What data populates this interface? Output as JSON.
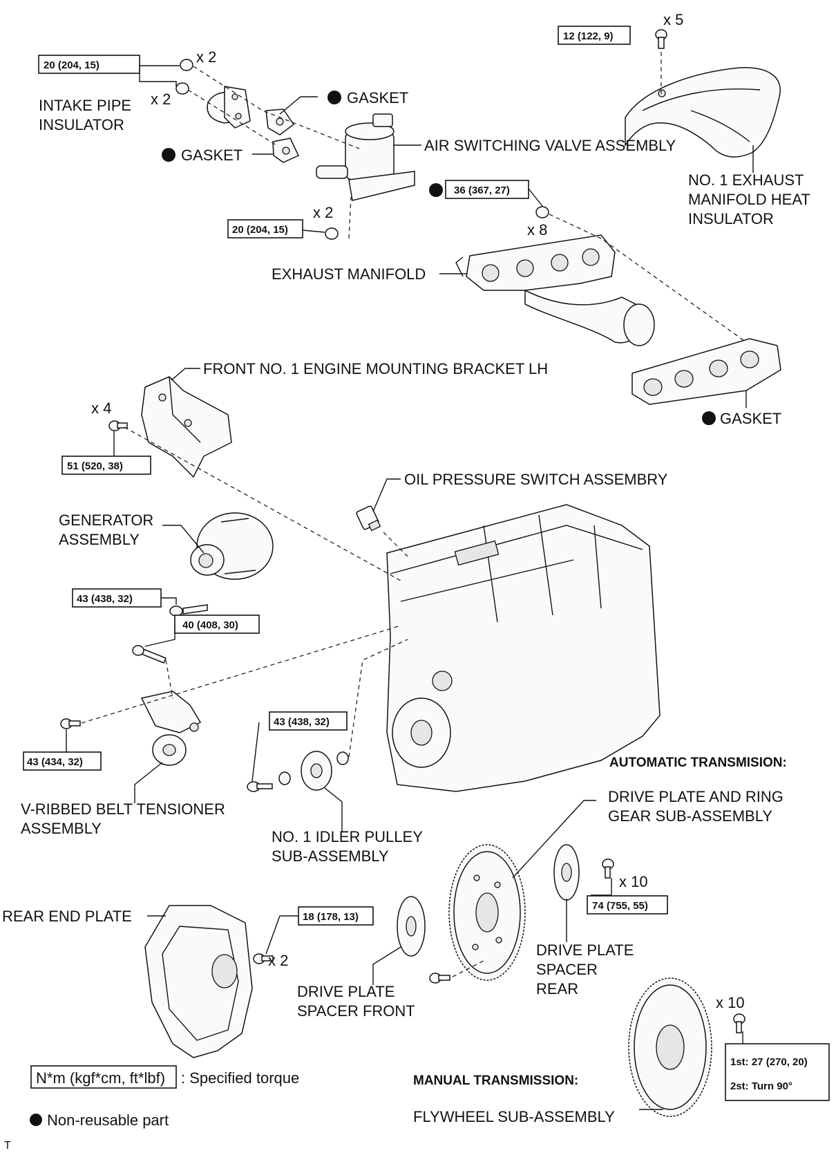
{
  "labels": {
    "intake_pipe_insulator": [
      "INTAKE PIPE",
      "INSULATOR"
    ],
    "gasket": "GASKET",
    "air_switching_valve": "AIR SWITCHING VALVE ASSEMBLY",
    "exhaust_heat_insulator": [
      "NO. 1 EXHAUST",
      "MANIFOLD HEAT",
      "INSULATOR"
    ],
    "exhaust_manifold": "EXHAUST MANIFOLD",
    "front_mount_bracket": "FRONT NO. 1 ENGINE MOUNTING BRACKET LH",
    "oil_pressure_switch": "OIL PRESSURE SWITCH ASSEMBRY",
    "generator": [
      "GENERATOR",
      "ASSEMBLY"
    ],
    "belt_tensioner": [
      "V-RIBBED BELT TENSIONER",
      "ASSEMBLY"
    ],
    "idler_pulley": [
      "NO. 1 IDLER PULLEY",
      "SUB-ASSEMBLY"
    ],
    "drive_plate_ring_gear": [
      "DRIVE PLATE AND RING",
      "GEAR SUB-ASSEMBLY"
    ],
    "rear_end_plate": "REAR END PLATE",
    "drive_plate_spacer_front": [
      "DRIVE PLATE",
      "SPACER FRONT"
    ],
    "drive_plate_spacer_rear": [
      "DRIVE PLATE",
      "SPACER",
      "REAR"
    ],
    "flywheel": "FLYWHEEL SUB-ASSEMBLY"
  },
  "headings": {
    "automatic": "AUTOMATIC TRANSMISION:",
    "manual": "MANUAL TRANSMISSION:"
  },
  "quantities": {
    "x2": "x 2",
    "x4": "x 4",
    "x5": "x 5",
    "x8": "x 8",
    "x10": "x 10"
  },
  "torques": {
    "t_heat_insulator": "12 (122, 9)",
    "t_intake_pipe": "20 (204, 15)",
    "t_valve_bracket": "20 (204, 15)",
    "t_exhaust_manifold": "36 (367, 27)",
    "t_mount_bracket": "51 (520, 38)",
    "t_generator": "43 (438, 32)",
    "t_generator_bolt2": "40 (408, 30)",
    "t_tensioner": "43 (434, 32)",
    "t_idler": "43 (438, 32)",
    "t_rear_end_plate": "18 (178, 13)",
    "t_drive_plate": "74 (755, 55)",
    "t_flywheel_1st": "1st: 27 (270, 20)",
    "t_flywheel_2nd": "2st: Turn 90°"
  },
  "legend": {
    "torque_box": "N*m (kgf*cm, ft*lbf)",
    "torque_text": ": Specified torque",
    "nonreusable_text": "Non-reusable part"
  },
  "corner_mark": "T"
}
